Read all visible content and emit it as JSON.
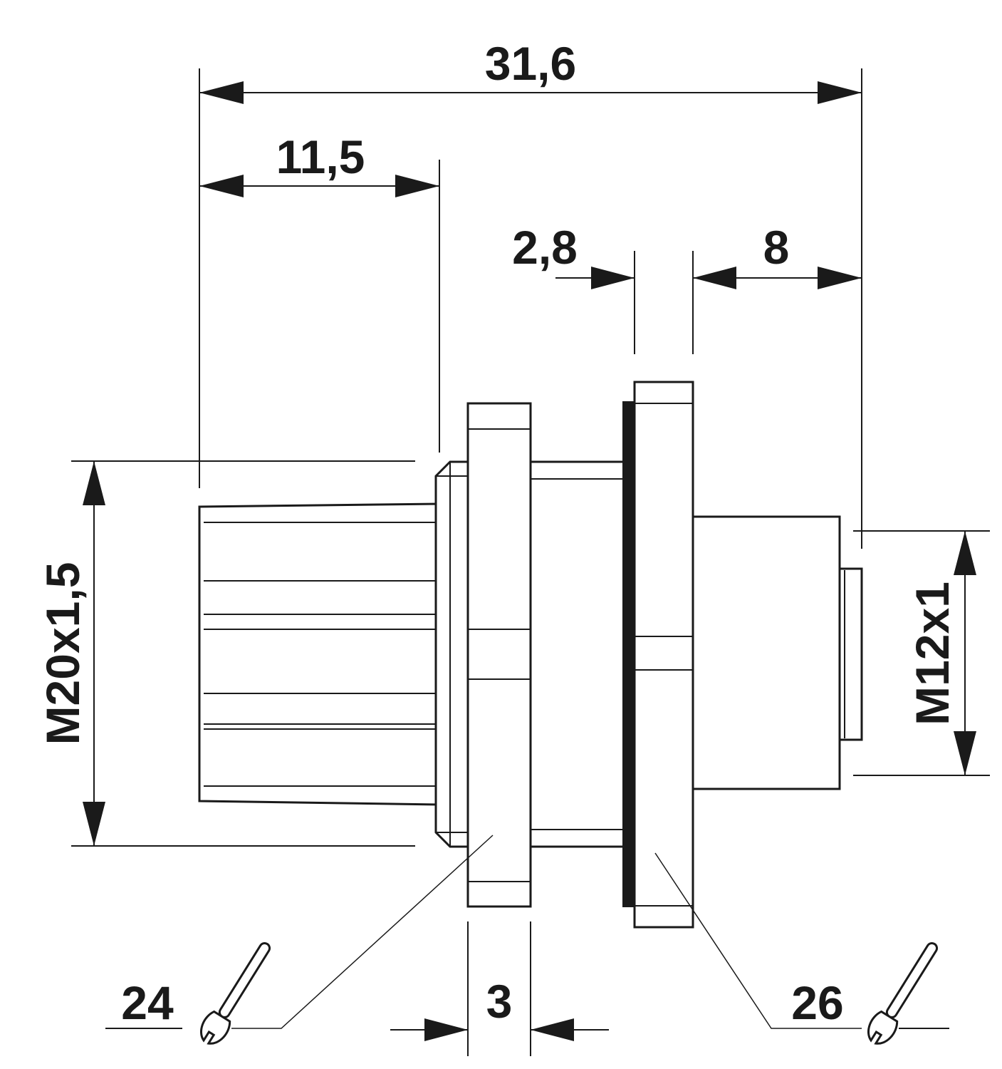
{
  "dimensions": {
    "overall_length": "31,6",
    "thread_length": "11,5",
    "flange_thickness": "2,8",
    "socket_length": "8",
    "nut_width": "3",
    "thread_left": "M20x1,5",
    "thread_right": "M12x1"
  },
  "wrench_sizes": {
    "left": "24",
    "right": "26"
  },
  "icons": {
    "wrench_left": "open-end-wrench-icon",
    "wrench_right": "open-end-wrench-icon"
  }
}
